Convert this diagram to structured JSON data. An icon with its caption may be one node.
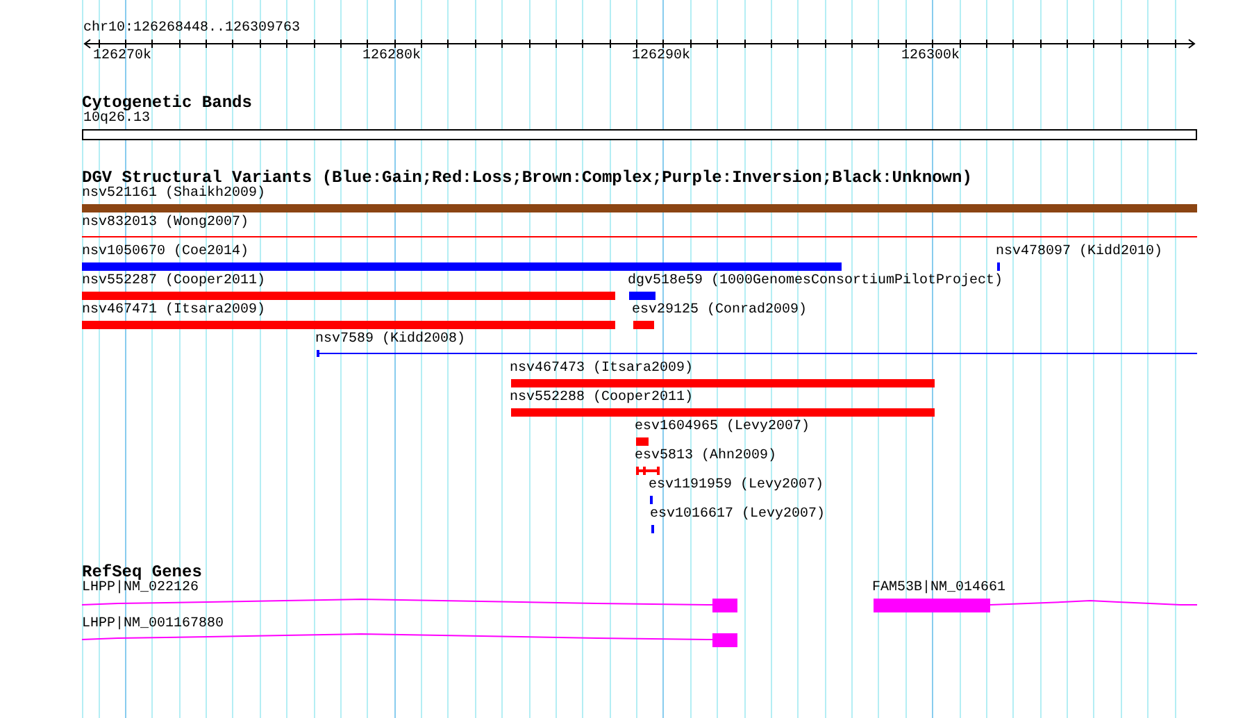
{
  "diagram": {
    "nodes": [
      {
        "text": [
          "nsv521161 (Shaikh2009)"
        ]
      },
      {
        "text": [
          "nsv832013 (Wong2007)"
        ]
      },
      {
        "text": [
          "nsv1050670 (Coe2014)"
        ]
      },
      {
        "text": [
          "nsv478097 (Kidd2010)"
        ]
      },
      {
        "text": [
          "nsv552287 (Cooper2011)"
        ]
      },
      {
        "text": [
          "dgv518e59 (1000GenomesConsortiumPilotProject)"
        ]
      },
      {
        "text": [
          "nsv467471 (Itsara2009)"
        ]
      },
      {
        "text": [
          "esv29125 (Conrad2009)"
        ]
      },
      {
        "text": [
          "nsv7589 (Kidd2008)"
        ]
      },
      {
        "text": [
          "nsv467473 (Itsara2009)"
        ]
      },
      {
        "text": [
          "nsv552288 (Cooper2011)"
        ]
      },
      {
        "text": [
          "esv1604965 (Levy2007)"
        ]
      },
      {
        "text": [
          "esv5813 (Ahn2009)"
        ]
      },
      {
        "text": [
          "esv1191959 (Levy2007)"
        ]
      },
      {
        "text": [
          "esv1016617 (Levy2007)"
        ]
      },
      {
        "text": [
          "LHPP|NM_022126"
        ]
      },
      {
        "text": [
          "FAM53B|NM_014661"
        ]
      },
      {
        "text": [
          "LHPP|NM_001167880"
        ]
      }
    ],
    "labels": [
      "chr10:126268448..126309763",
      "126270k",
      "126280k",
      "126290k",
      "126300k",
      "Cytogenetic Bands",
      "10q26.13",
      "DGV Structural Variants (Blue:Gain;Red:Loss;Brown:Complex;Purple:Inversion;Black:Unknown)",
      "RefSeq Genes"
    ]
  }
}
